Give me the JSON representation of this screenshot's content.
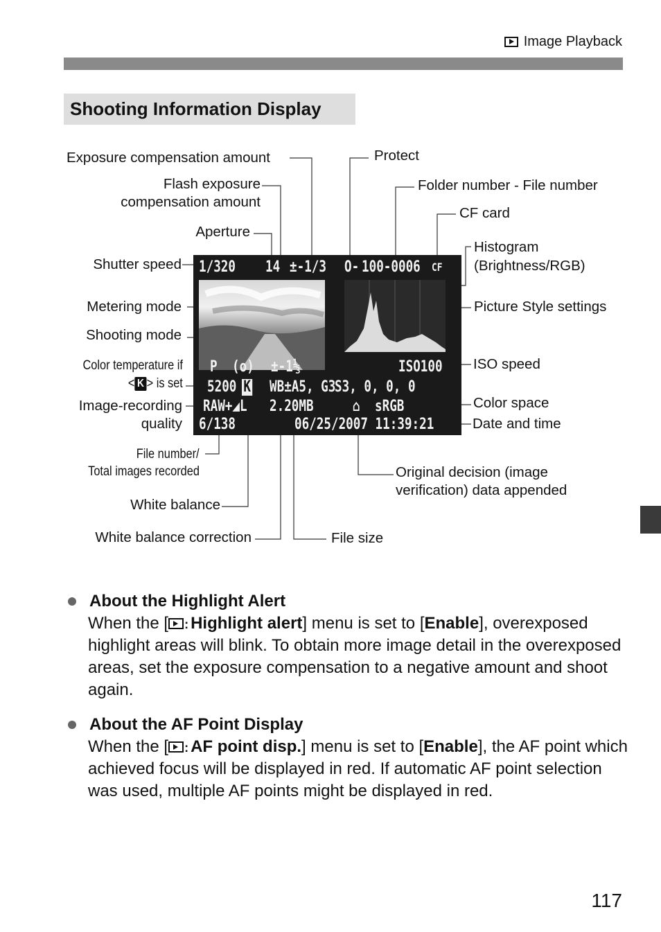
{
  "header": {
    "section": "Image Playback",
    "icon": "playback-icon"
  },
  "title": "Shooting Information Display",
  "labels": {
    "exposure_comp": "Exposure compensation amount",
    "flash_comp_1": "Flash exposure",
    "flash_comp_2": "compensation amount",
    "aperture": "Aperture",
    "shutter": "Shutter speed",
    "metering": "Metering mode",
    "shooting_mode": "Shooting mode",
    "color_temp_1": "Color temperature if",
    "color_temp_2_pre": "<",
    "color_temp_2_icon": "K",
    "color_temp_2_post": "> is set",
    "image_quality_1": "Image-recording",
    "image_quality_2": "quality",
    "file_number_1": "File number/",
    "file_number_2": "Total images recorded",
    "white_balance": "White balance",
    "wb_correction": "White balance correction",
    "protect": "Protect",
    "folder_file": "Folder number - File number",
    "cf_card": "CF card",
    "histogram_1": "Histogram",
    "histogram_2": "(Brightness/RGB)",
    "picture_style": "Picture Style settings",
    "iso": "ISO speed",
    "color_space": "Color space",
    "date_time": "Date and time",
    "original_decision_1": "Original decision (image",
    "original_decision_2": "verification) data appended",
    "file_size": "File size"
  },
  "screen": {
    "shutter": "1/320",
    "aperture": "14",
    "exposure": "±-1/3",
    "protect": "O-",
    "file": "100-0006",
    "cf": "CF",
    "mode": "P",
    "metering": "(o)",
    "flash": "±-1⅓",
    "iso": "ISO100",
    "color_temp": "5200",
    "k": "K",
    "wb": "WB±A5, G3",
    "style": "S3, 0, 0, 0",
    "quality": "RAW+◢L",
    "size": "2.20MB",
    "lock": "⌂",
    "colorspace": "sRGB",
    "count": "6/138",
    "datetime": "06/25/2007 11:39:21"
  },
  "bullets": [
    {
      "heading": "About the Highlight Alert",
      "pre": "When the [",
      "menu": "Highlight alert",
      "mid": "] menu is set to [",
      "value": "Enable",
      "post": "], overexposed highlight areas will blink. To obtain more image detail in the overexposed areas, set the exposure compensation to a negative amount and shoot again."
    },
    {
      "heading": "About the AF Point Display",
      "pre": "When the [",
      "menu": "AF point disp.",
      "mid": "] menu is set to [",
      "value": "Enable",
      "post": "], the AF point which achieved focus will be displayed in red. If automatic AF point selection was used, multiple AF points might be displayed in red."
    }
  ],
  "page_number": "117"
}
